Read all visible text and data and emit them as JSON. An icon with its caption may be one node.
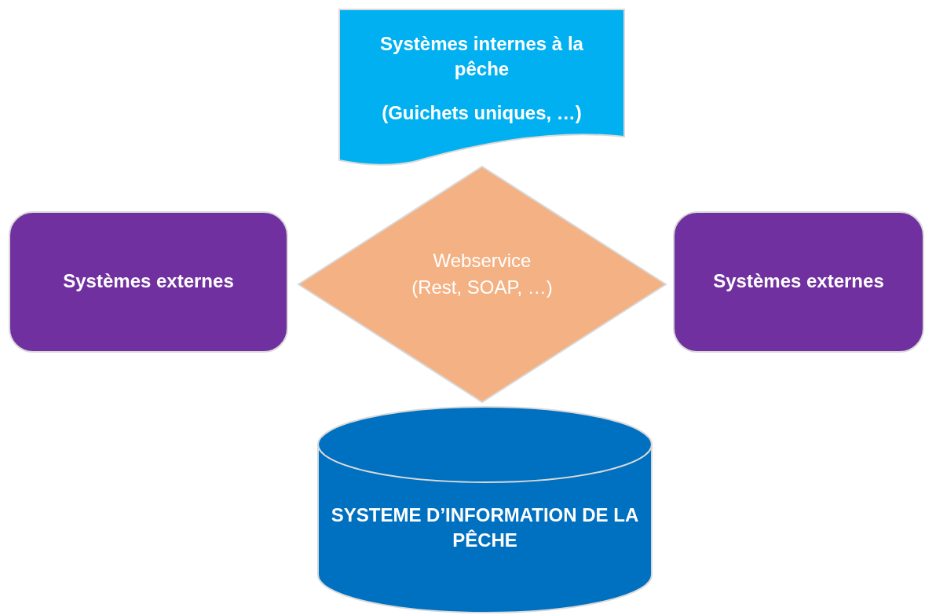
{
  "diagram": {
    "nodes": [
      {
        "text": [
          "Systèmes internes à la pêche",
          "(Guichets uniques, …)"
        ]
      },
      {
        "text": [
          "Systèmes externes"
        ]
      },
      {
        "text": [
          "Webservice",
          "(Rest, SOAP, …)"
        ]
      },
      {
        "text": [
          "Systèmes externes"
        ]
      },
      {
        "text": [
          "SYSTEME D’INFORMATION DE LA PÊCHE"
        ]
      }
    ]
  }
}
